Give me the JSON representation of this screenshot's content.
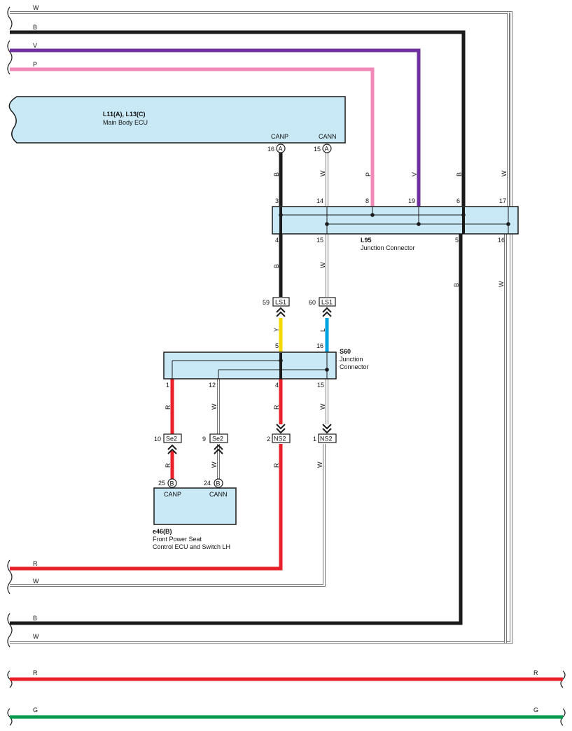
{
  "colors": {
    "black": "#1a1a1a",
    "white_wire_outline": "#777777",
    "violet": "#7030a0",
    "pink": "#f088b8",
    "yellow": "#f5d800",
    "blue": "#00a3e0",
    "red": "#e8202a",
    "green": "#009a4e",
    "component_fill": "#c9e9f6"
  },
  "left_wires": {
    "w_top": "W",
    "b_top": "B",
    "v_top": "V",
    "p_top": "P",
    "r_mid": "R",
    "w_mid": "W",
    "b_low": "B",
    "w_low": "W",
    "r_bottom": "R",
    "g_bottom": "G",
    "r_bottom_right": "R",
    "g_bottom_right": "G"
  },
  "main_ecu": {
    "code": "L11(A), L13(C)",
    "name": "Main Body ECU",
    "canp": {
      "label": "CANP",
      "pin": "16",
      "connector": "A"
    },
    "cann": {
      "label": "CANN",
      "pin": "15",
      "connector": "A"
    }
  },
  "l95": {
    "code": "L95",
    "name": "Junction Connector",
    "top_pins": [
      "3",
      "14",
      "8",
      "19",
      "6",
      "17"
    ],
    "bottom_pins": [
      "4",
      "15",
      "5",
      "16"
    ]
  },
  "wire_colors_upper": [
    "B",
    "W",
    "P",
    "V",
    "B",
    "W"
  ],
  "wire_colors_mid": [
    "B",
    "W",
    "B",
    "W"
  ],
  "ls1": {
    "label": "LS1",
    "pin_left": "59",
    "pin_right": "60"
  },
  "wire_colors_ls1": [
    "Y",
    "L"
  ],
  "s60": {
    "code": "S60",
    "name_line1": "Junction",
    "name_line2": "Connector",
    "top_pins": [
      "5",
      "16"
    ],
    "bottom_pins": [
      "1",
      "12",
      "4",
      "15"
    ]
  },
  "wire_colors_s60": [
    "R",
    "W",
    "R",
    "W"
  ],
  "inline_connectors": {
    "se2_a": {
      "label": "Se2",
      "pin": "10"
    },
    "se2_b": {
      "label": "Se2",
      "pin": "9"
    },
    "ns2_a": {
      "label": "NS2",
      "pin": "2"
    },
    "ns2_b": {
      "label": "NS2",
      "pin": "1"
    }
  },
  "wire_colors_lower": [
    "R",
    "W",
    "R",
    "W"
  ],
  "seat_ecu": {
    "code": "e46(B)",
    "name_line1": "Front Power Seat",
    "name_line2": "Control ECU and Switch LH",
    "canp": {
      "label": "CANP",
      "pin": "25",
      "connector": "B"
    },
    "cann": {
      "label": "CANN",
      "pin": "24",
      "connector": "B"
    }
  }
}
